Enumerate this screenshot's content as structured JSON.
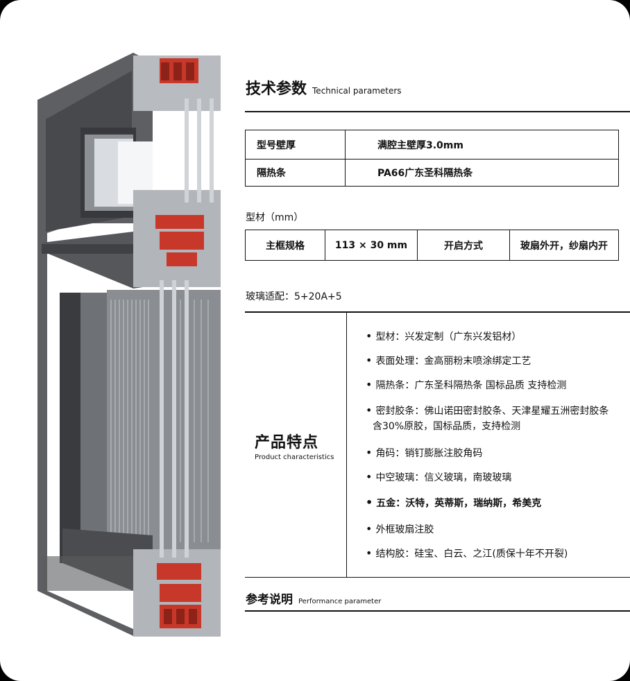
{
  "tech": {
    "title": "技术参数",
    "subtitle": "Technical parameters"
  },
  "spec_table": [
    {
      "label": "型号壁厚",
      "value": "满腔主壁厚3.0mm"
    },
    {
      "label": "隔热条",
      "value": "PA66广东圣科隔热条"
    }
  ],
  "profile": {
    "label": "型材（mm）",
    "cells": [
      "主框规格",
      "113 × 30 mm",
      "开启方式",
      "玻扇外开，纱扇内开"
    ]
  },
  "glass": "玻璃适配：5+20A+5",
  "features": {
    "title": "产品特点",
    "subtitle": "Product characteristics",
    "items": [
      {
        "text": "型材：兴发定制（广东兴发铝材）"
      },
      {
        "text": "表面处理：金高丽粉末喷涂绑定工艺"
      },
      {
        "text": "隔热条：广东圣科隔热条 国标品质 支持检测"
      },
      {
        "text": "密封胶条：佛山诺田密封胶条、天津星耀五洲密封胶条",
        "line2": "含30%原胶，国标品质，支持检测"
      },
      {
        "text": "角码：销钉膨胀注胶角码"
      },
      {
        "text": "中空玻璃：信义玻璃，南玻玻璃"
      },
      {
        "text": "五金：沃特，英蒂斯，瑞纳斯，希美克"
      },
      {
        "text": "外框玻扇注胶"
      },
      {
        "text": "结构胶：硅宝、白云、之江(质保十年不开裂)"
      }
    ]
  },
  "performance": {
    "title": "参考说明",
    "subtitle": "Performance parameter"
  },
  "colors": {
    "frame": "#5a5b5e",
    "thermal_break": "#c8382a",
    "background": "#ffffff"
  }
}
